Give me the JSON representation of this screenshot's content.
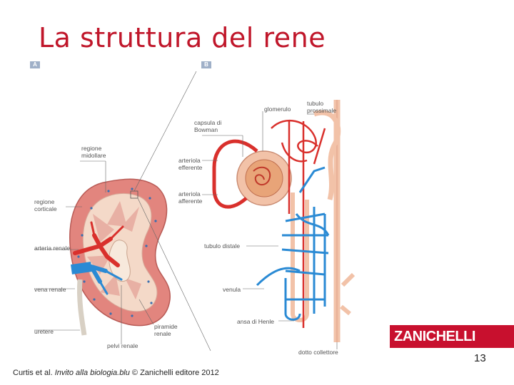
{
  "title": "La struttura del rene",
  "panels": {
    "a": "A",
    "b": "B"
  },
  "labels_left": {
    "regione_midollare": "regione\nmidollare",
    "regione_corticale": "regione\ncorticale",
    "arteria_renale": "arteria renale",
    "vena_renale": "vena renale",
    "uretere": "uretere",
    "pelvi_renale": "pelvi renale",
    "piramide_renale": "piramide\nrenale"
  },
  "labels_right": {
    "capsula_bowman": "capsula di\nBowman",
    "arteriola_efferente": "arteriola\nefferente",
    "arteriola_afferente": "arteriola\nafferente",
    "tubulo_distale": "tubulo distale",
    "venula": "venula",
    "ansa_henle": "ansa di Henle",
    "dotto_collettore": "dotto collettore",
    "glomerulo": "glomerulo",
    "tubulo_prossimale": "tubulo\nprossimale"
  },
  "logo_text": "ZANICHELLI",
  "page_number": "13",
  "caption": {
    "authors": "Curtis et al. ",
    "book": "Invito alla biologia.blu",
    "publisher": " © Zanichelli editore 2012"
  },
  "colors": {
    "title": "#c0162a",
    "logo_bg": "#c8102e",
    "artery": "#d9302c",
    "vein": "#2a8ad4",
    "tubule": "#f2c2a8"
  }
}
